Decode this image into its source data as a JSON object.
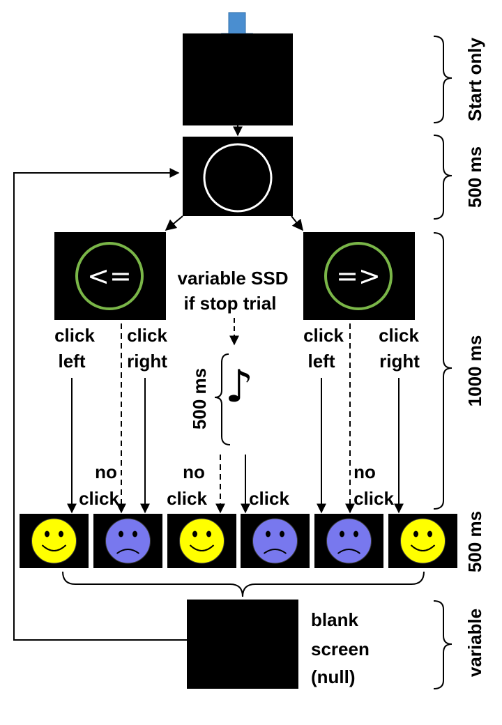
{
  "labels": {
    "variable_ssd_line1": "variable SSD",
    "variable_ssd_line2": "if stop trial",
    "click": "click",
    "left": "left",
    "right": "right",
    "no": "no",
    "ms500_sound": "500 ms",
    "blank_line1": "blank",
    "blank_line2": "screen",
    "blank_line3": "(null)"
  },
  "stimuli": {
    "left_arrow": "<=",
    "right_arrow": "=>",
    "note_symbol": "♪"
  },
  "timings": {
    "start": "Start only",
    "fixation": "500 ms",
    "go": "1000 ms",
    "feedback": "500 ms",
    "blank": "variable"
  },
  "feedback_faces": [
    "happy",
    "sad",
    "happy",
    "sad",
    "sad",
    "happy"
  ],
  "colors": {
    "screen": "#000000",
    "ring_green": "#7ab648",
    "happy_face": "#ffff00",
    "sad_face": "#7878ee",
    "start_arrow": "#4a8ed0"
  }
}
